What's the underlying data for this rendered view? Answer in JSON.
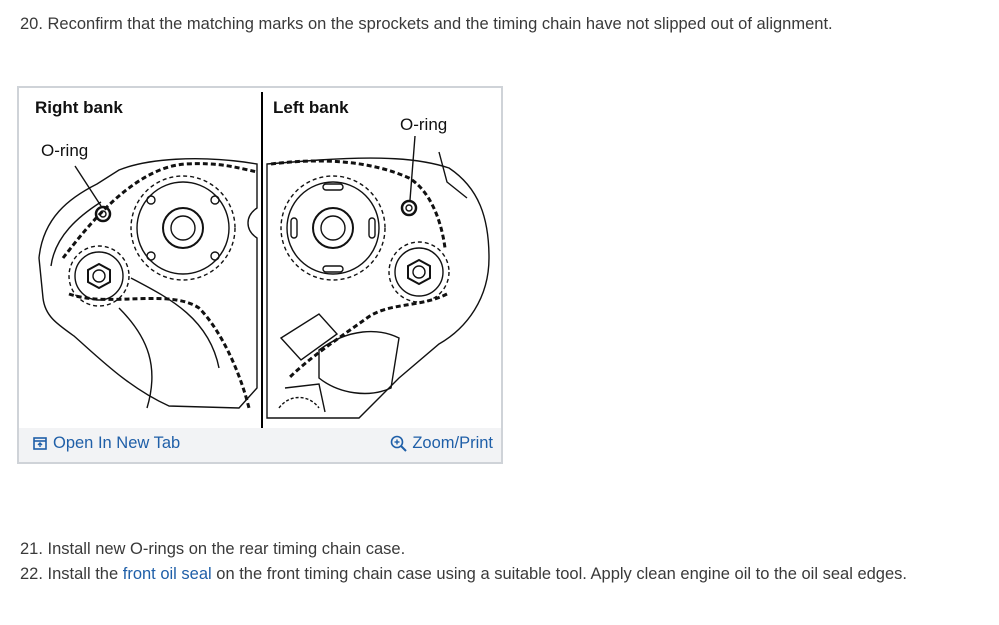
{
  "steps": {
    "s20": "20. Reconfirm that the matching marks on the sprockets and the timing chain have not slipped out of alignment.",
    "s21": "21. Install new O-rings on the rear timing chain case.",
    "s22_before": "22. Install the ",
    "s22_link": "front oil seal",
    "s22_after": " on the front timing chain case using a suitable tool. Apply clean engine oil to the oil seal edges."
  },
  "figure": {
    "right_bank": "Right bank",
    "left_bank": "Left bank",
    "oring_right": "O-ring",
    "oring_left": "O-ring",
    "open_tab": "Open In New Tab",
    "zoom_print": "Zoom/Print"
  },
  "colors": {
    "link": "#1f5fa8",
    "footer_bg": "#f2f3f5",
    "border": "#cfd3d8"
  },
  "icons": {
    "open_tab": "open-new-tab-icon",
    "zoom": "zoom-in-icon"
  }
}
